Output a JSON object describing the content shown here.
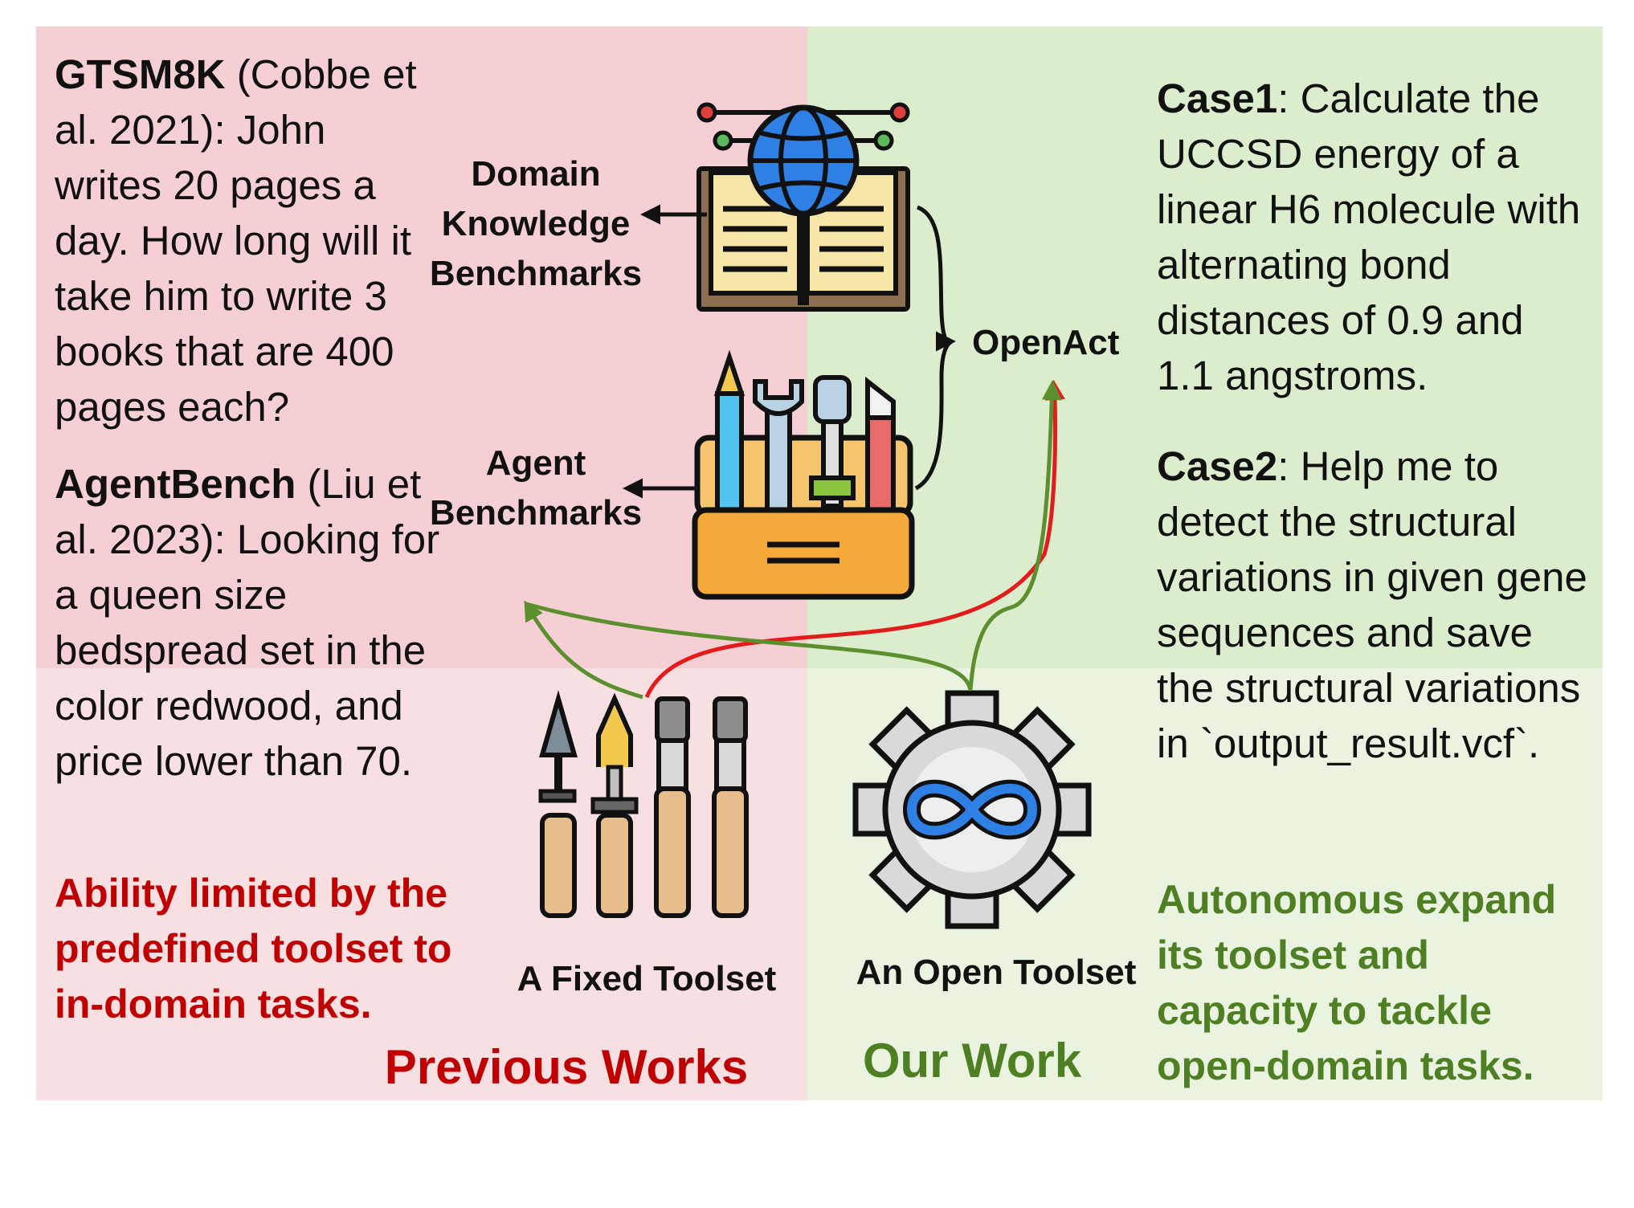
{
  "previous": {
    "gtsm_name": "GTSM8K",
    "gtsm_text": " (Cobbe et al. 2021): John writes 20 pages a day. How long will it take him to write 3 books that are 400 pages each?",
    "agentbench_name": "AgentBench",
    "agentbench_text": " (Liu et al. 2023): Looking for a queen size bedspread set in the color redwood, and price lower than 70.",
    "limitation": "Ability limited by the predefined toolset to in-domain tasks.",
    "footer": "Previous Works",
    "fixed_toolset_label": "A Fixed Toolset",
    "domain_label": "Domain Knowledge Benchmarks",
    "agent_label": "Agent Benchmarks"
  },
  "ours": {
    "case1_name": "Case1",
    "case1_text": ": Calculate the UCCSD energy of a linear H6 molecule with alternating bond distances of 0.9 and 1.1 angstroms.",
    "case2_name": "Case2",
    "case2_text": ": Help me to detect the structural variations in given gene sequences and save the structural variations in `output_result.vcf`.",
    "advantage": "Autonomous expand its toolset and capacity to tackle open-domain tasks.",
    "footer": "Our Work",
    "open_toolset_label": "An Open Toolset",
    "openact_label": "OpenAct"
  },
  "colors": {
    "previous_bg": "#f6cfd5",
    "ours_bg": "#dcedce",
    "red_text": "#c00000",
    "green_text": "#4f7f23",
    "red_arrow": "#e31b1b",
    "green_arrow": "#5c8f2e"
  },
  "icons": [
    "book-globe-icon",
    "toolbox-icon",
    "fixed-tools-icon",
    "gear-infinity-icon"
  ]
}
